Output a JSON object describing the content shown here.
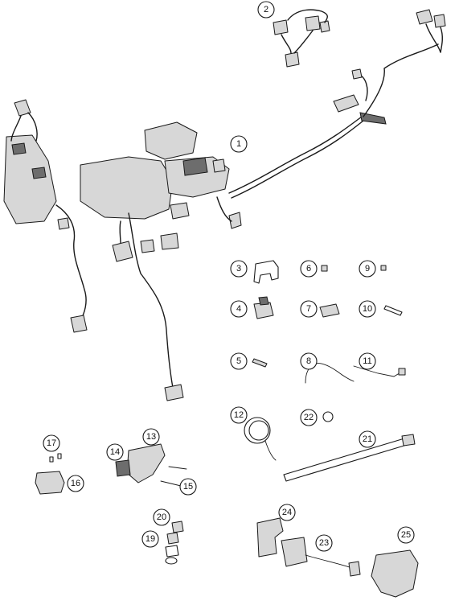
{
  "callouts": [
    {
      "id": "1",
      "label": "1"
    },
    {
      "id": "2",
      "label": "2"
    },
    {
      "id": "3",
      "label": "3"
    },
    {
      "id": "4",
      "label": "4"
    },
    {
      "id": "5",
      "label": "5"
    },
    {
      "id": "6",
      "label": "6"
    },
    {
      "id": "7",
      "label": "7"
    },
    {
      "id": "8",
      "label": "8"
    },
    {
      "id": "9",
      "label": "9"
    },
    {
      "id": "10",
      "label": "10"
    },
    {
      "id": "11",
      "label": "11"
    },
    {
      "id": "12",
      "label": "12"
    },
    {
      "id": "13",
      "label": "13"
    },
    {
      "id": "14",
      "label": "14"
    },
    {
      "id": "15",
      "label": "15"
    },
    {
      "id": "16",
      "label": "16"
    },
    {
      "id": "17",
      "label": "17"
    },
    {
      "id": "19",
      "label": "19"
    },
    {
      "id": "20",
      "label": "20"
    },
    {
      "id": "21",
      "label": "21"
    },
    {
      "id": "22",
      "label": "22"
    },
    {
      "id": "23",
      "label": "23"
    },
    {
      "id": "24",
      "label": "24"
    },
    {
      "id": "25",
      "label": "25"
    }
  ]
}
